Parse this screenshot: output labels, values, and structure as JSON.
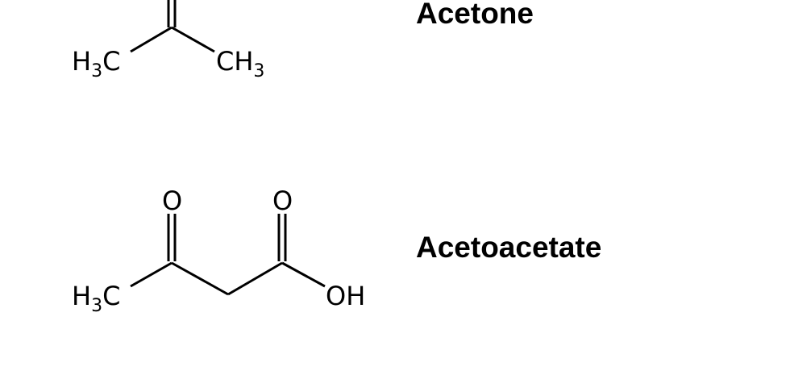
{
  "molecules": [
    {
      "name": "Acetone",
      "labels": {
        "left_methyl": {
          "main": "H",
          "sub": "3",
          "tail": "C"
        },
        "right_methyl": {
          "main": "CH",
          "sub": "3"
        }
      }
    },
    {
      "name": "Acetoacetate",
      "labels": {
        "left_methyl": {
          "main": "H",
          "sub": "3",
          "tail": "C"
        },
        "ketone_oxygen": "O",
        "acid_oxygen": "O",
        "hydroxyl": "OH"
      }
    }
  ],
  "colors": {
    "ink": "#000000",
    "background": "#ffffff"
  }
}
